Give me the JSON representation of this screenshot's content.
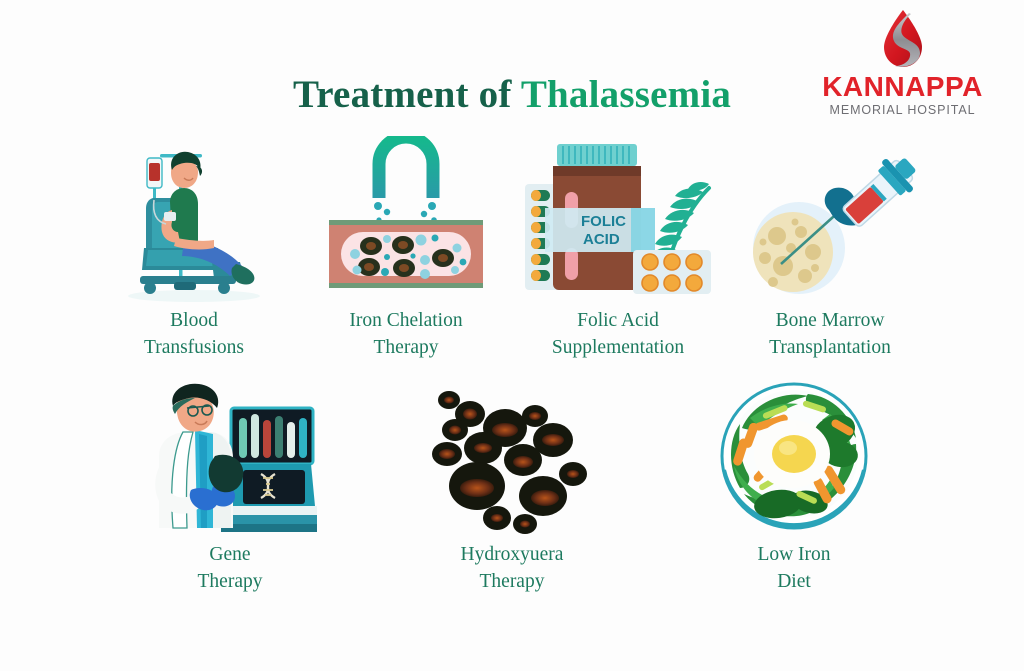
{
  "background_color": "#fdfdfd",
  "logo": {
    "mark_name": "blood-drop-logo",
    "mark_colors": {
      "drop_red": "#d71921",
      "drop_dark_red": "#a8121a",
      "swirl_gray": "#9b9b9f"
    },
    "name": "KANNAPPA",
    "subtitle": "MEMORIAL HOSPITAL",
    "name_color": "#e1232a",
    "subtitle_color": "#6e6e73"
  },
  "title": {
    "part1": "Treatment of ",
    "part2": "Thalassemia",
    "part1_color": "#16614a",
    "part2_color": "#13a06a"
  },
  "caption_color": "#1d7a5f",
  "treatments": [
    {
      "id": "blood-transfusions",
      "icon": "patient-in-iv-chair-icon",
      "line1": "Blood",
      "line2": "Transfusions"
    },
    {
      "id": "iron-chelation-therapy",
      "icon": "blood-vessel-chelation-icon",
      "line1": "Iron Chelation",
      "line2": "Therapy"
    },
    {
      "id": "folic-acid-supplementation",
      "icon": "folic-acid-bottle-icon",
      "line1": "Folic Acid",
      "line2": "Supplementation",
      "bottle_label_line1": "FOLIC",
      "bottle_label_line2": "ACID"
    },
    {
      "id": "bone-marrow-transplantation",
      "icon": "syringe-bone-marrow-icon",
      "line1": "Bone Marrow",
      "line2": "Transplantation"
    },
    {
      "id": "gene-therapy",
      "icon": "scientist-dna-monitor-icon",
      "line1": "Gene",
      "line2": "Therapy"
    },
    {
      "id": "hydroxyuera-therapy",
      "icon": "red-blood-cells-cluster-icon",
      "line1": "Hydroxyuera",
      "line2": "Therapy"
    },
    {
      "id": "low-iron-diet",
      "icon": "salad-bowl-egg-icon",
      "line1": "Low Iron",
      "line2": "Diet"
    }
  ]
}
